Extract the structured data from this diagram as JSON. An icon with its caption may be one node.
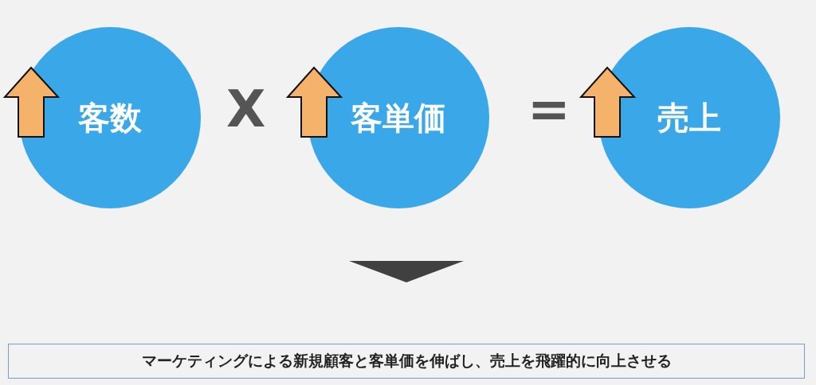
{
  "diagram": {
    "nodes": [
      {
        "text": [
          "客数"
        ]
      },
      {
        "text": [
          "客単価"
        ]
      },
      {
        "text": [
          "売上"
        ]
      },
      {
        "text": [
          "マーケティングによる新規顧客と客単価を伸ばし、売上を飛躍的に向上させる"
        ]
      }
    ],
    "labels": [
      "X",
      "="
    ]
  }
}
